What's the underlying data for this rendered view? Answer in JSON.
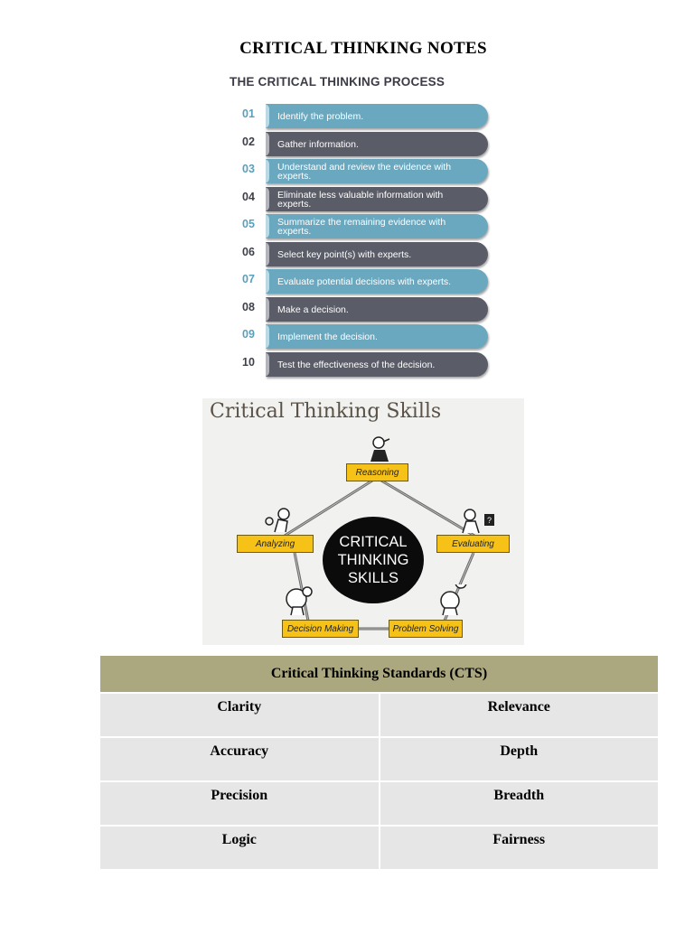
{
  "document": {
    "title": "CRITICAL THINKING NOTES"
  },
  "process": {
    "heading": "THE CRITICAL THINKING PROCESS",
    "steps": [
      {
        "num": "01",
        "text": "Identify the problem.",
        "style": "teal"
      },
      {
        "num": "02",
        "text": "Gather information.",
        "style": "dark"
      },
      {
        "num": "03",
        "text": "Understand and review the evidence with experts.",
        "style": "teal"
      },
      {
        "num": "04",
        "text": "Eliminate less valuable information with experts.",
        "style": "dark"
      },
      {
        "num": "05",
        "text": "Summarize the remaining evidence with experts.",
        "style": "teal"
      },
      {
        "num": "06",
        "text": "Select key point(s) with experts.",
        "style": "dark"
      },
      {
        "num": "07",
        "text": "Evaluate potential decisions with experts.",
        "style": "teal"
      },
      {
        "num": "08",
        "text": "Make a decision.",
        "style": "dark"
      },
      {
        "num": "09",
        "text": "Implement the decision.",
        "style": "teal"
      },
      {
        "num": "10",
        "text": "Test the effectiveness of the decision.",
        "style": "dark"
      }
    ],
    "colors": {
      "teal": "#6aa8c0",
      "dark": "#5a5c68"
    }
  },
  "skills": {
    "title": "Critical Thinking Skills",
    "center": "CRITICAL THINKING SKILLS",
    "nodes": {
      "reasoning": "Reasoning",
      "analyzing": "Analyzing",
      "evaluating": "Evaluating",
      "decision_making": "Decision Making",
      "problem_solving": "Problem Solving"
    },
    "colors": {
      "box": "#f6c218",
      "circle": "#0b0b0b"
    }
  },
  "standards": {
    "header": "Critical Thinking Standards (CTS)",
    "rows": [
      [
        "Clarity",
        "Relevance"
      ],
      [
        "Accuracy",
        "Depth"
      ],
      [
        "Precision",
        "Breadth"
      ],
      [
        "Logic",
        "Fairness"
      ]
    ],
    "colors": {
      "header_bg": "#aba77f",
      "cell_bg": "#e6e6e6"
    }
  }
}
